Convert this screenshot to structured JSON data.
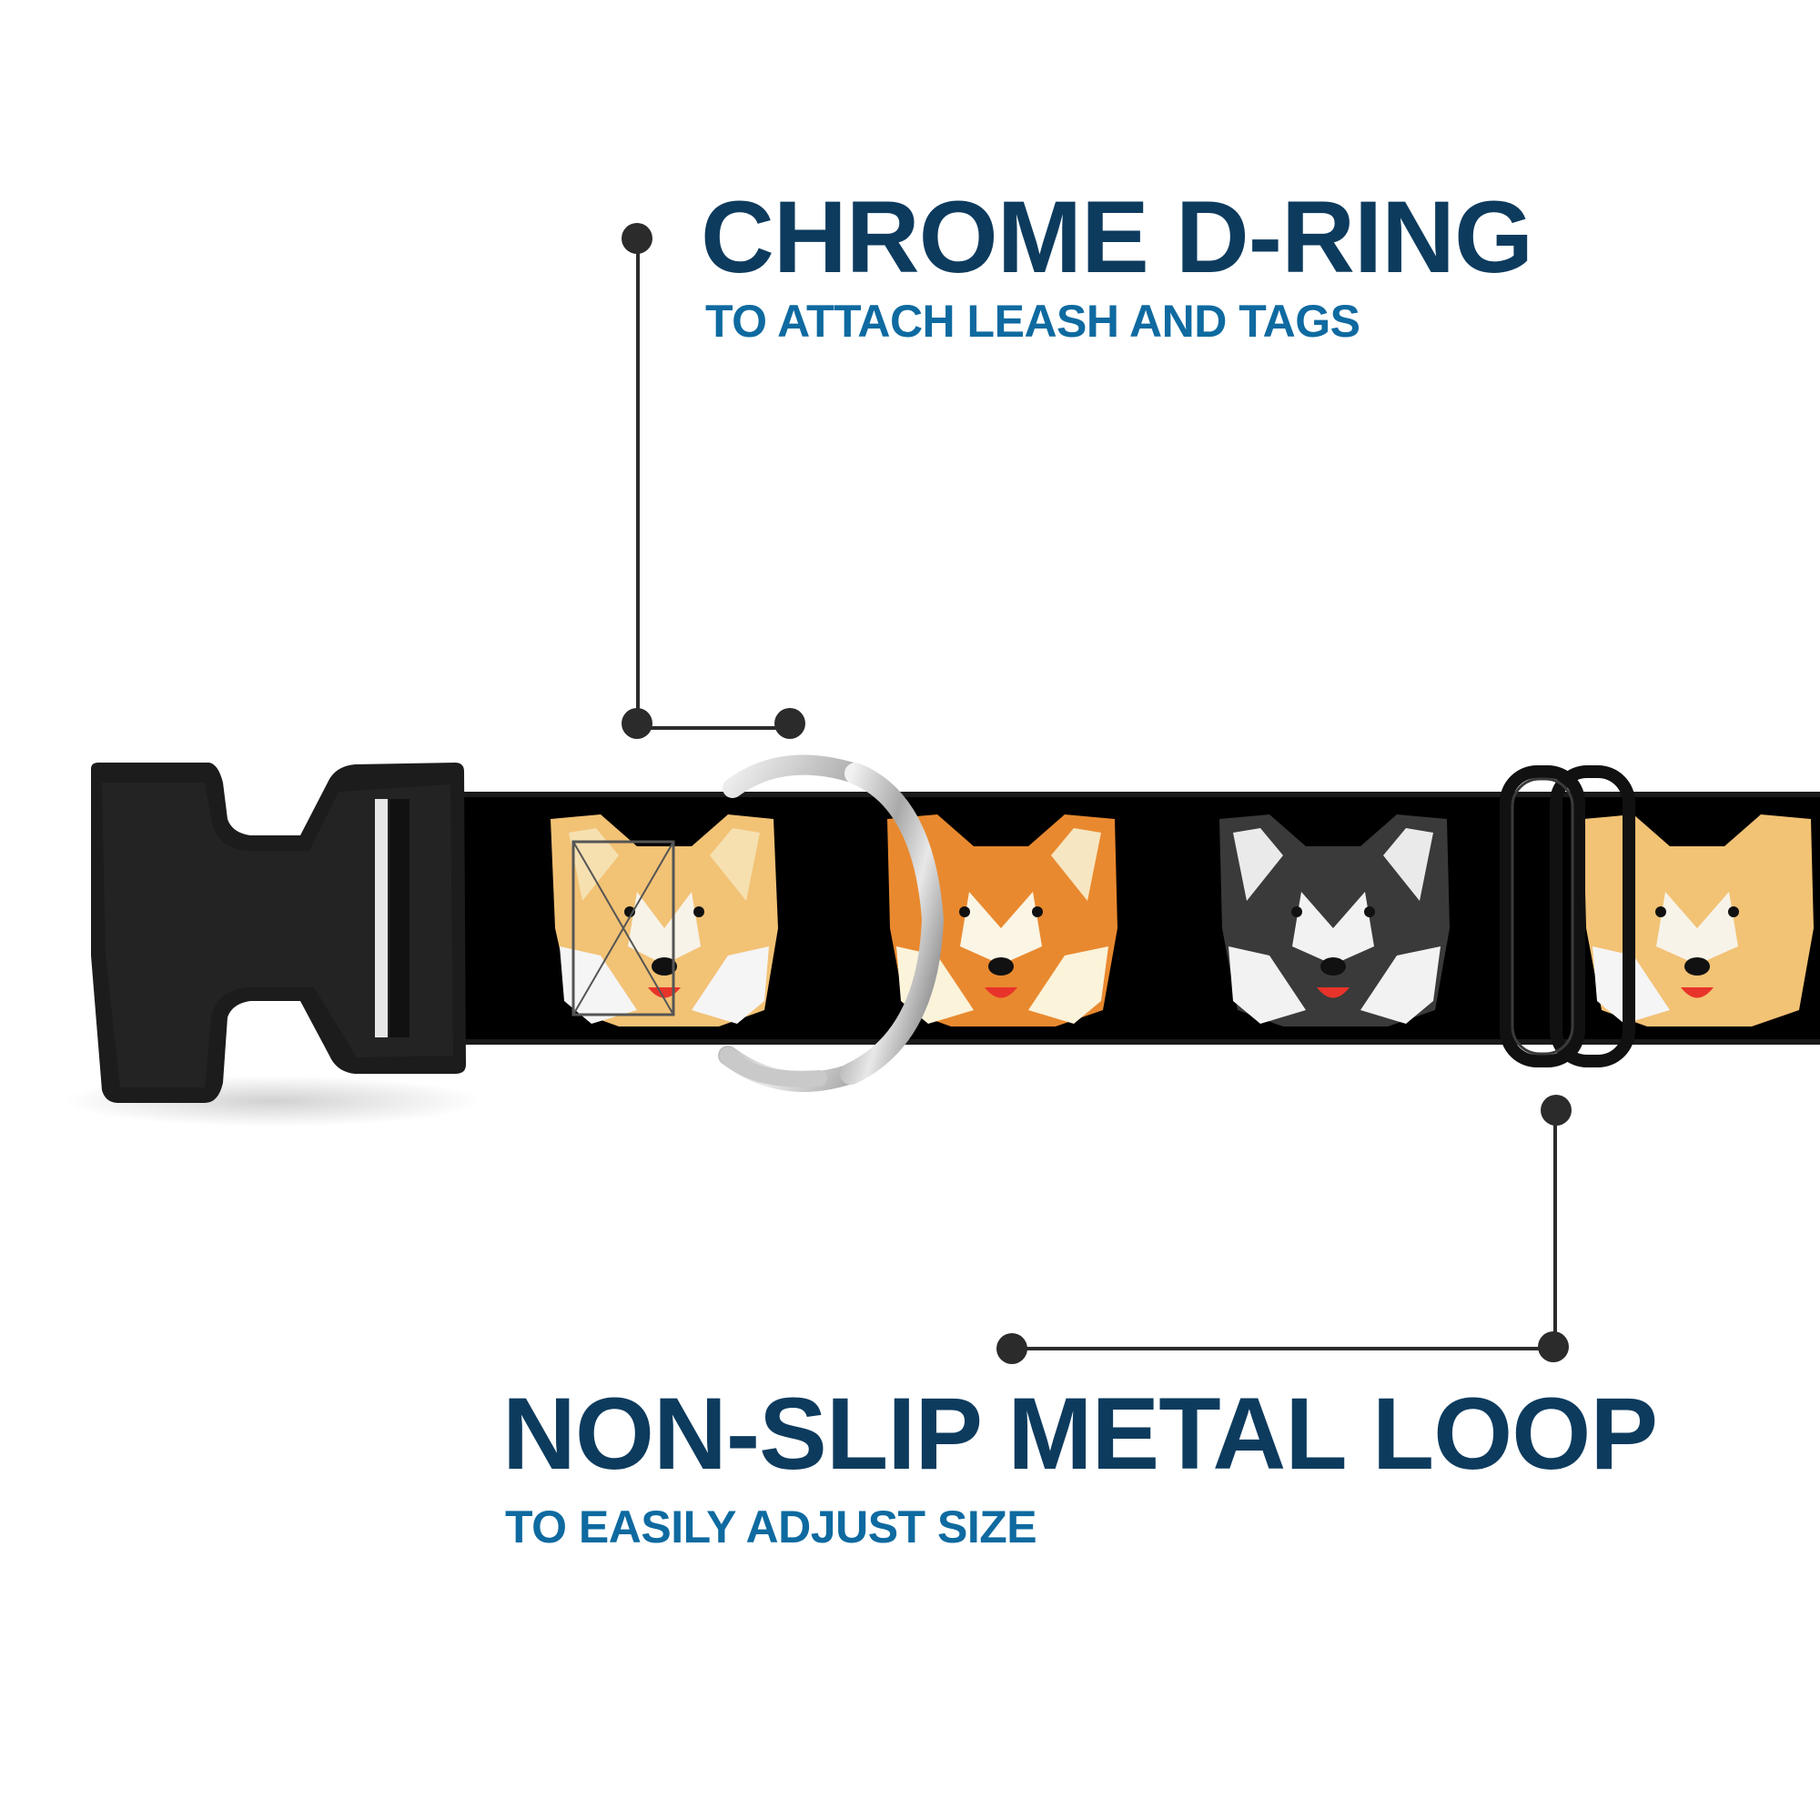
{
  "callouts": {
    "d_ring": {
      "title": "CHROME D-RING",
      "subtitle": "TO ATTACH LEASH AND TAGS"
    },
    "metal_loop": {
      "title": "NON-SLIP METAL LOOP",
      "subtitle": "TO EASILY ADJUST SIZE"
    }
  },
  "colors": {
    "title": "#0d3b5e",
    "subtitle": "#0e6aa0",
    "leader_line": "#2b2b2b",
    "webbing": "#000000",
    "buckle": "#1c1c1c"
  },
  "product": {
    "pattern_faces": [
      "tan-corgi",
      "red-corgi",
      "tricolor-corgi",
      "tan-corgi"
    ]
  }
}
